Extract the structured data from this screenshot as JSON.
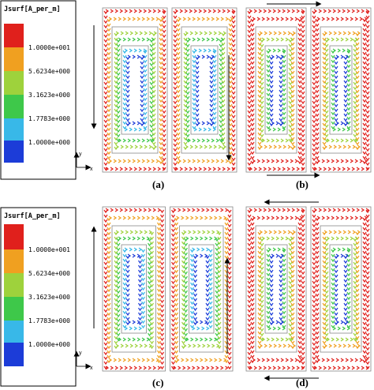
{
  "legends": [
    {
      "title": "Jsurf[A_per_m]",
      "colors": [
        "#e0201c",
        "#f0a020",
        "#9ed23c",
        "#3ec84a",
        "#38b8e8",
        "#1c3cd8"
      ],
      "values": [
        "1.0000e+001",
        "5.6234e+000",
        "3.1623e+000",
        "1.7783e+000",
        "1.0000e+000"
      ]
    },
    {
      "title": "Jsurf[A_per_m]",
      "colors": [
        "#e0201c",
        "#f0a020",
        "#9ed23c",
        "#3ec84a",
        "#38b8e8",
        "#1c3cd8"
      ],
      "values": [
        "1.0000e+001",
        "5.6234e+000",
        "3.1623e+000",
        "1.7783e+000",
        "1.0000e+000"
      ]
    }
  ],
  "axes": {
    "y": "y",
    "x": "x"
  },
  "panels": [
    {
      "label": "(a)",
      "palette": [
        "#e0201c",
        "#f0a020",
        "#9ed23c",
        "#3ec84a",
        "#38b8e8",
        "#1c3cd8"
      ]
    },
    {
      "label": "(b)",
      "palette": [
        "#e0201c",
        "#e0201c",
        "#f0a020",
        "#9ed23c",
        "#3ec84a",
        "#1c3cd8"
      ]
    },
    {
      "label": "(c)",
      "palette": [
        "#e0201c",
        "#f0a020",
        "#9ed23c",
        "#3ec84a",
        "#38b8e8",
        "#1c3cd8"
      ]
    },
    {
      "label": "(d)",
      "palette": [
        "#e0201c",
        "#e0201c",
        "#f0a020",
        "#9ed23c",
        "#3ec84a",
        "#1c3cd8"
      ]
    }
  ]
}
